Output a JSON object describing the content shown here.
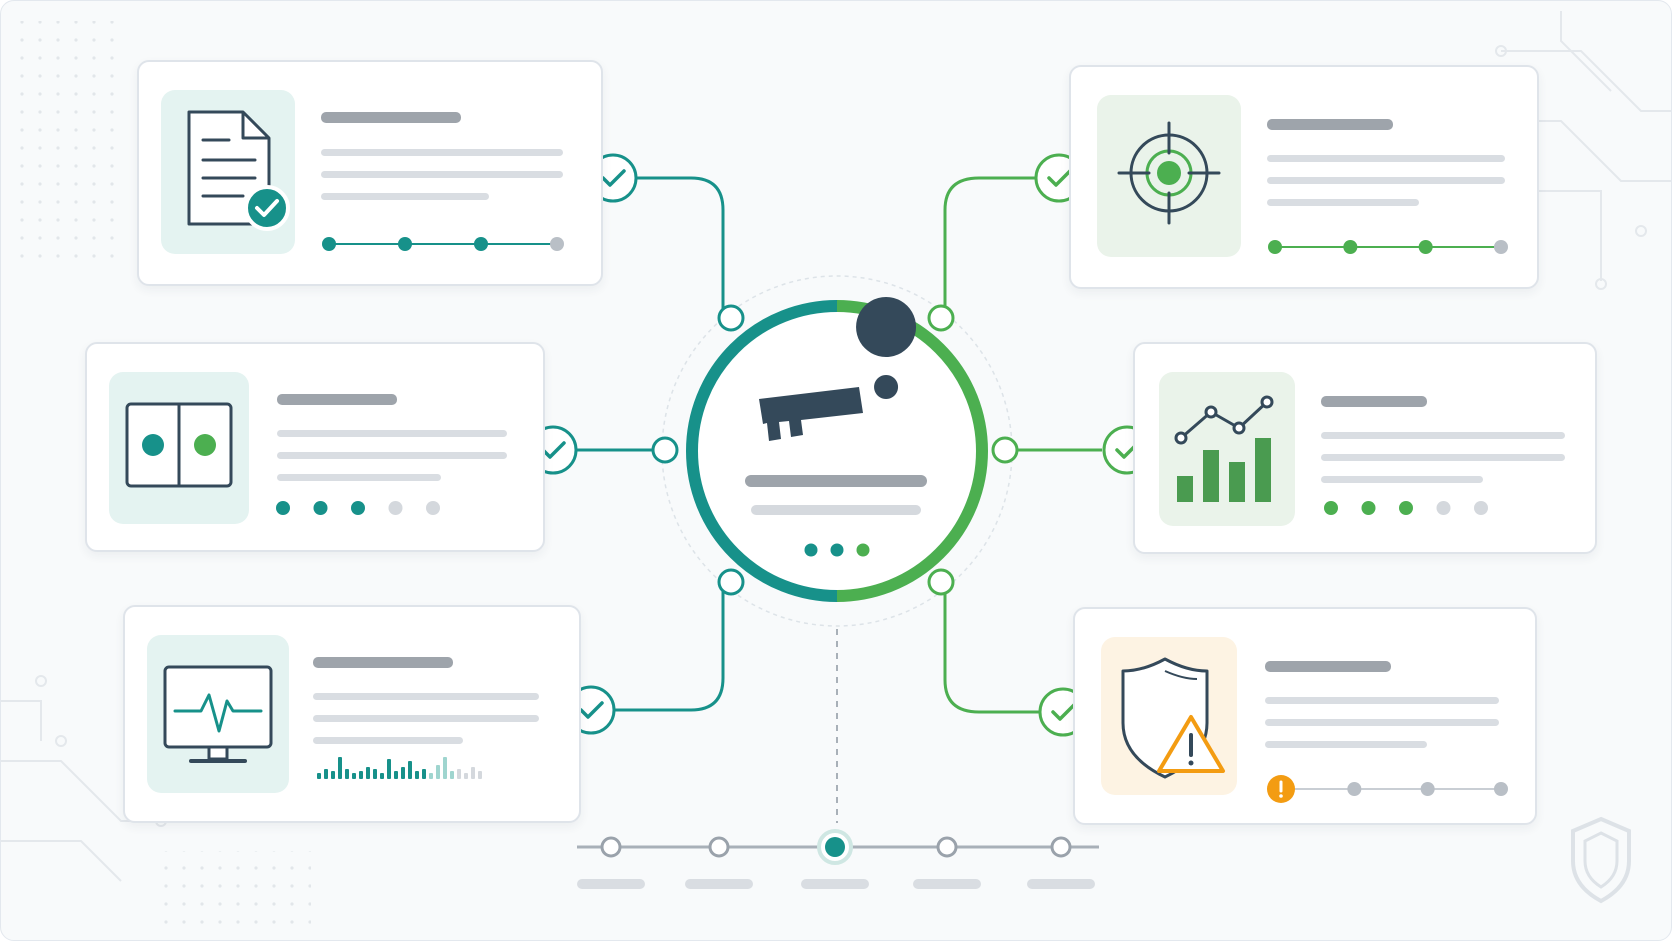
{
  "colors": {
    "teal": "#17918a",
    "green": "#4caf50",
    "dark": "#34495a",
    "warning": "#f39c12",
    "line_grey": "#9aa2ab",
    "text_placeholder": "#d9dde2",
    "title_placeholder": "#9ea4ab"
  },
  "hub": {
    "icon": "key-icon",
    "progress_dots": 3
  },
  "cards": [
    {
      "id": "document",
      "side": "left",
      "icon": "document-check-icon",
      "tile_color": "#e4f3f1",
      "status": "check",
      "progress": {
        "filled": 3,
        "total": 4,
        "style": "line"
      }
    },
    {
      "id": "compare",
      "side": "left",
      "icon": "split-panel-icon",
      "tile_color": "#e4f3f1",
      "status": "check",
      "progress": {
        "filled": 3,
        "total": 5,
        "style": "dots"
      }
    },
    {
      "id": "monitor",
      "side": "left",
      "icon": "monitor-heartbeat-icon",
      "tile_color": "#e4f3f1",
      "status": "check",
      "progress": {
        "style": "sparkline"
      }
    },
    {
      "id": "target",
      "side": "right",
      "icon": "target-icon",
      "tile_color": "#eaf3ea",
      "status": "check",
      "progress": {
        "filled": 3,
        "total": 4,
        "style": "line"
      }
    },
    {
      "id": "analytics",
      "side": "right",
      "icon": "bar-chart-icon",
      "tile_color": "#eaf3ea",
      "status": "check",
      "progress": {
        "filled": 3,
        "total": 5,
        "style": "dots"
      }
    },
    {
      "id": "shield",
      "side": "right",
      "icon": "shield-warning-icon",
      "tile_color": "#fdf3e3",
      "status": "check",
      "progress": {
        "filled": 0,
        "total": 4,
        "style": "warning"
      }
    }
  ],
  "timeline": {
    "steps": 5,
    "active_index": 2
  }
}
